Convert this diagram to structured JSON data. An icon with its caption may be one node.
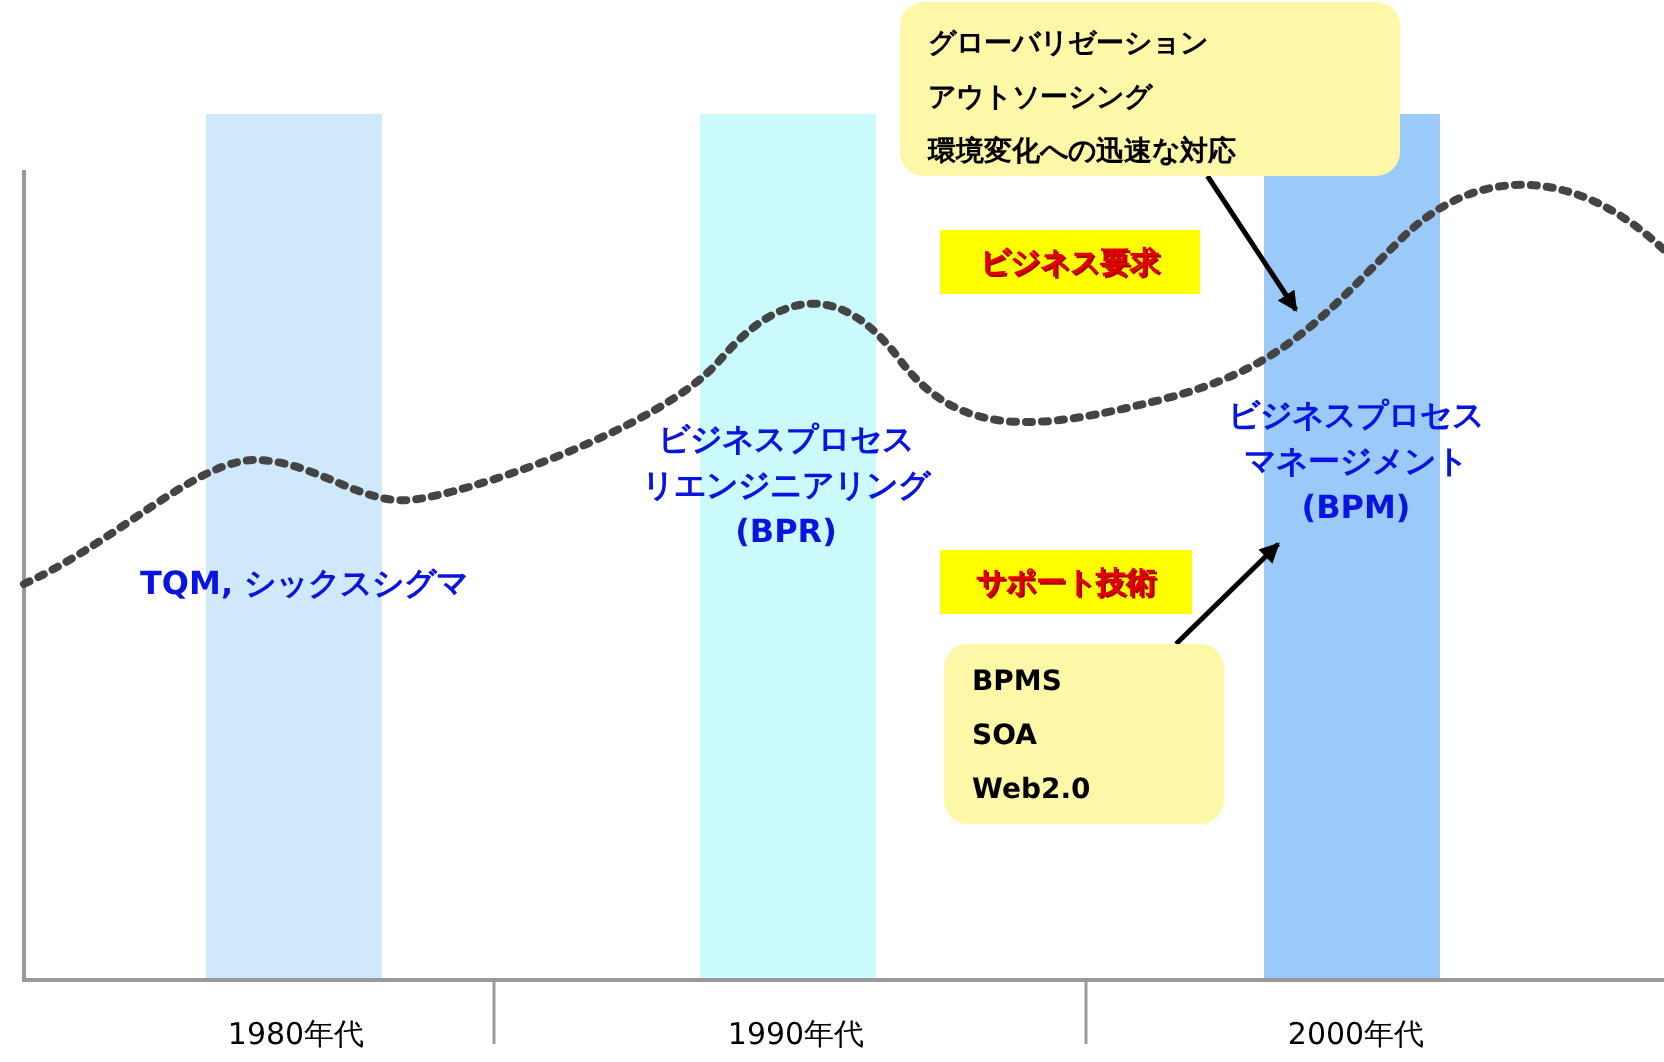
{
  "diagram": {
    "nodes": [
      {
        "text": [
          "グローバリゼーション",
          "アウトソーシング",
          "環境変化への迅速な対応"
        ]
      },
      {
        "text": [
          "BPMS",
          "SOA",
          "Web2.0"
        ]
      },
      {
        "text": [
          "ビジネスプロセスマネージメント(BPM)"
        ]
      }
    ],
    "edges": [
      {
        "from": 0,
        "to": null,
        "arrow": "to"
      },
      {
        "from": 1,
        "to": 2,
        "arrow": "to"
      }
    ],
    "labels": [
      "ビジネス要求",
      "ビジネスプロセスリエンジニアリング(BPR)",
      "TQM, シックスシグマ",
      "サポート技術",
      "1980年代",
      "1990年代",
      "2000年代"
    ]
  }
}
